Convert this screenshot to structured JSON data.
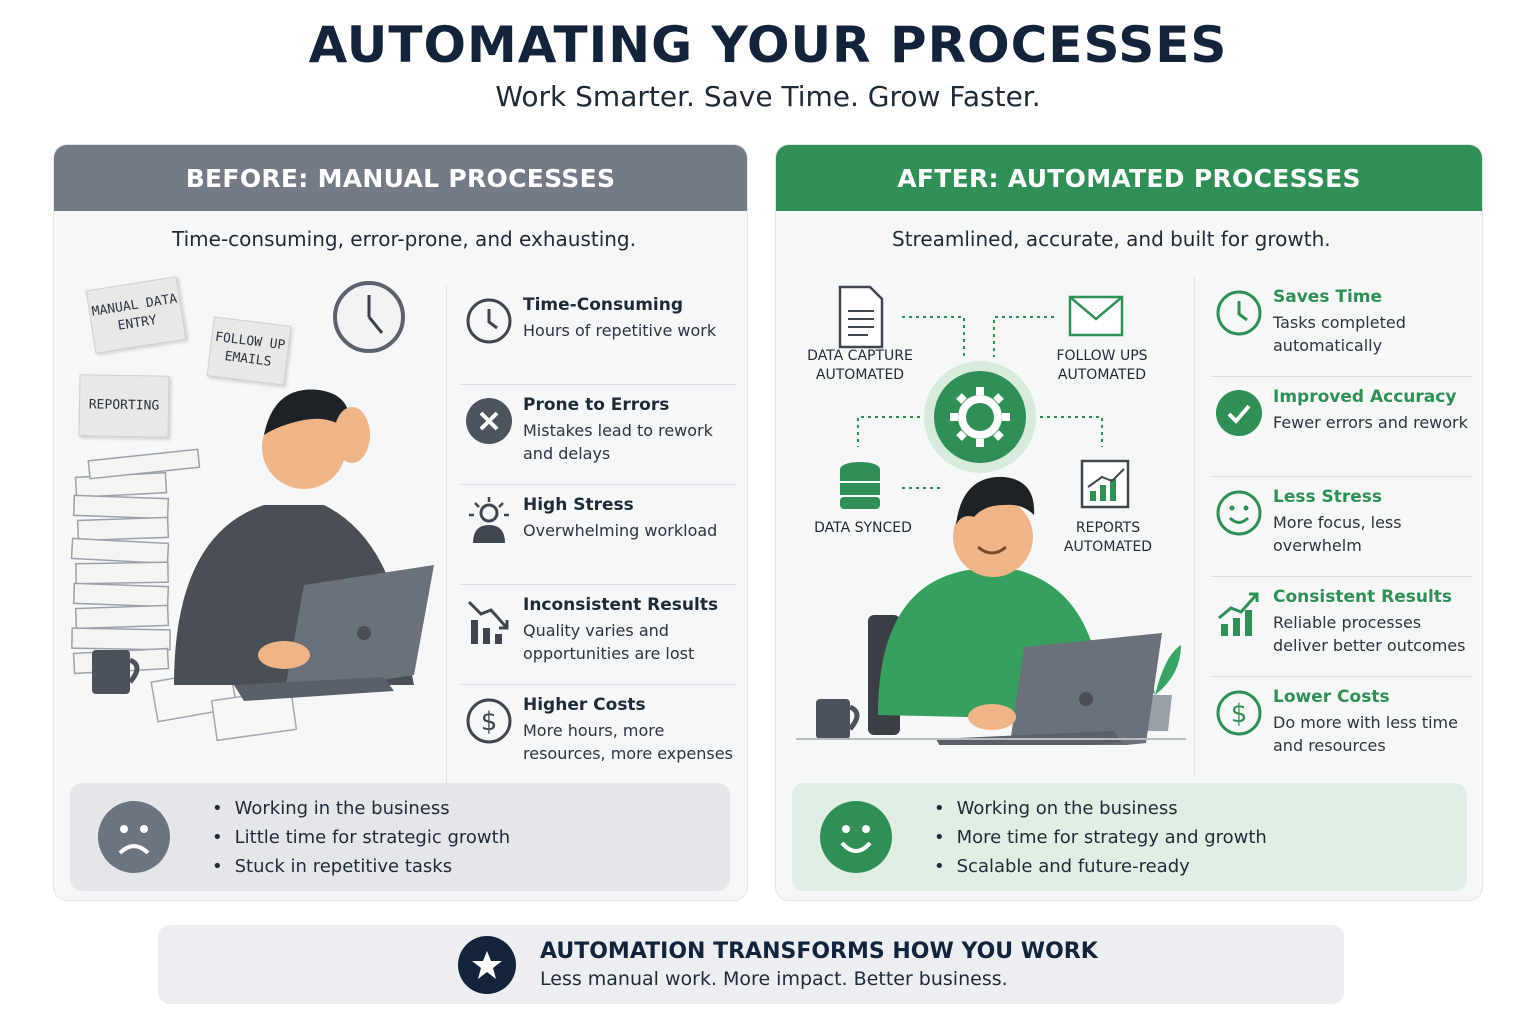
{
  "header": {
    "title": "AUTOMATING YOUR PROCESSES",
    "subtitle": "Work Smarter. Save Time. Grow Faster."
  },
  "before": {
    "heading": "BEFORE: MANUAL PROCESSES",
    "tagline": "Time-consuming, error-prone, and exhausting.",
    "notes": [
      "MANUAL DATA ENTRY",
      "FOLLOW UP EMAILS",
      "REPORTING"
    ],
    "features": [
      {
        "title": "Time-Consuming",
        "desc": "Hours of repetitive work",
        "icon": "clock-icon"
      },
      {
        "title": "Prone to Errors",
        "desc": "Mistakes lead to rework and delays",
        "icon": "x-circle-icon"
      },
      {
        "title": "High Stress",
        "desc": "Overwhelming workload",
        "icon": "stressed-person-icon"
      },
      {
        "title": "Inconsistent Results",
        "desc": "Quality varies and opportunities are lost",
        "icon": "chart-down-icon"
      },
      {
        "title": "Higher Costs",
        "desc": "More hours, more resources, more expenses",
        "icon": "dollar-icon"
      }
    ],
    "summary": [
      "Working in the business",
      "Little time for strategic growth",
      "Stuck in repetitive tasks"
    ]
  },
  "after": {
    "heading": "AFTER: AUTOMATED PROCESSES",
    "tagline": "Streamlined, accurate, and built for growth.",
    "flow": {
      "data_capture": "DATA CAPTURE AUTOMATED",
      "follow_ups": "FOLLOW UPS AUTOMATED",
      "data_synced": "DATA SYNCED",
      "reports": "REPORTS AUTOMATED"
    },
    "features": [
      {
        "title": "Saves Time",
        "desc": "Tasks completed automatically",
        "icon": "clock-icon"
      },
      {
        "title": "Improved Accuracy",
        "desc": "Fewer errors and rework",
        "icon": "check-circle-icon"
      },
      {
        "title": "Less Stress",
        "desc": "More focus, less overwhelm",
        "icon": "smile-icon"
      },
      {
        "title": "Consistent Results",
        "desc": "Reliable processes deliver better outcomes",
        "icon": "chart-up-icon"
      },
      {
        "title": "Lower Costs",
        "desc": "Do more with less time and resources",
        "icon": "dollar-icon"
      }
    ],
    "summary": [
      "Working on the business",
      "More time for strategy and growth",
      "Scalable and future-ready"
    ]
  },
  "footer": {
    "heading": "AUTOMATION TRANSFORMS HOW YOU WORK",
    "text": "Less manual work. More impact. Better business."
  },
  "colors": {
    "navy": "#13233a",
    "gray_header": "#747b86",
    "green": "#2f8f57"
  }
}
